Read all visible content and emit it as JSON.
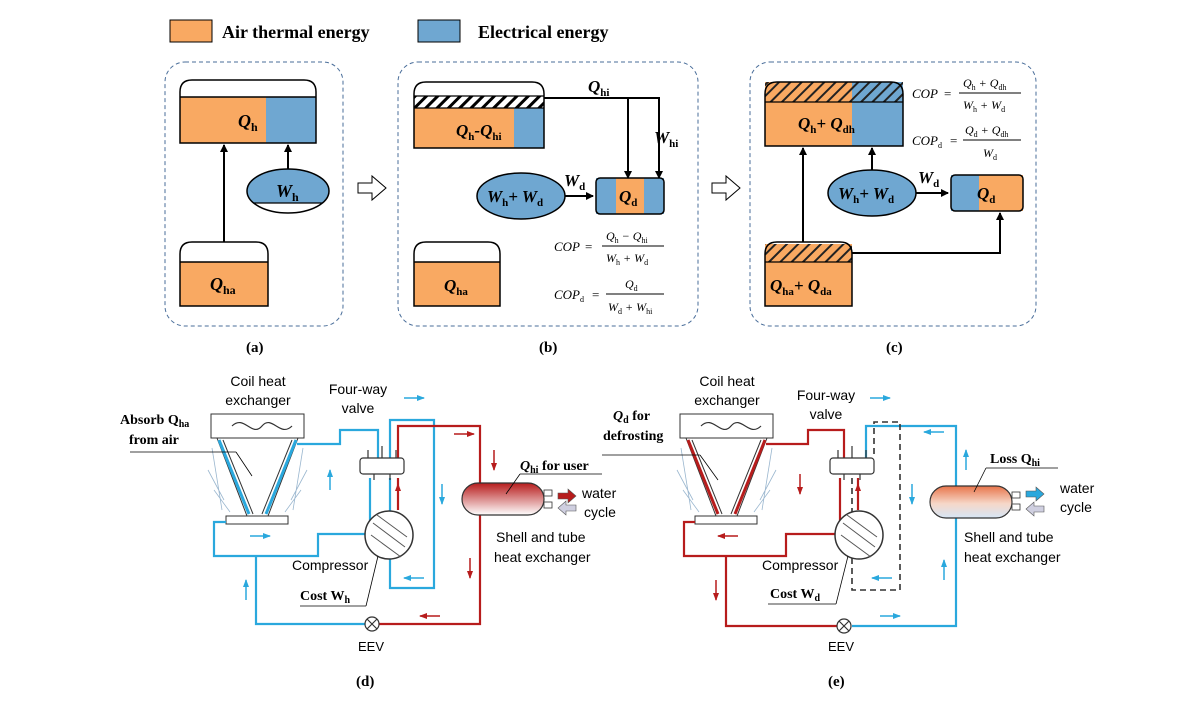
{
  "legend": {
    "air": {
      "label": "Air thermal energy",
      "color": "#F9A962"
    },
    "electric": {
      "label": "Electrical energy",
      "color": "#6FA7D1"
    }
  },
  "colors": {
    "orange": "#F9A962",
    "blue": "#6FA7D1",
    "cyan_line": "#2AA8DD",
    "red_line": "#B71C1C",
    "panel_border": "#4A6E9A"
  },
  "panels": {
    "a": {
      "label": "(a)",
      "Qh": "Q",
      "Qh_sub": "h",
      "Qha": "Q",
      "Qha_sub": "ha",
      "Wh": "W",
      "Wh_sub": "h"
    },
    "b": {
      "label": "(b)",
      "Qhi": "Q",
      "Qhi_sub": "hi",
      "Whi": "W",
      "Whi_sub": "hi",
      "Wd": "W",
      "Wd_sub": "d",
      "WhWd": "W",
      "WhWd_sub1": "h",
      "WhWd_plus": "+ W",
      "WhWd_sub2": "d",
      "Qd": "Q",
      "Qd_sub": "d",
      "Qha": "Q",
      "Qha_sub": "ha",
      "top_a": "Q",
      "top_a_sub": "h",
      "top_b": "-Q",
      "top_b_sub": "hi",
      "cop": "COP",
      "cop_d": "COP",
      "cop_d_sub": "d"
    },
    "c": {
      "label": "(c)",
      "top": "Q",
      "top_sub1": "h",
      "top_plus": "+ Q",
      "top_sub2": "dh",
      "WhWd": "W",
      "WhWd_sub1": "h",
      "WhWd_plus": "+ W",
      "WhWd_sub2": "d",
      "Wd": "W",
      "Wd_sub": "d",
      "Qd": "Q",
      "Qd_sub": "d",
      "bottom": "Q",
      "bottom_sub1": "ha",
      "bottom_plus": "+ Q",
      "bottom_sub2": "da",
      "cop": "COP",
      "cop_d": "COP",
      "cop_d_sub": "d"
    },
    "d": {
      "label": "(d)",
      "coil": "Coil heat",
      "coil2": "exchanger",
      "valve": "Four-way",
      "valve2": "valve",
      "absorb1": "Absorb Q",
      "absorb1_sub": "ha",
      "absorb2": "from air",
      "user": "Q",
      "user_sub": "hi",
      "user_rest": " for user",
      "water1": "water",
      "water2": "cycle",
      "shell1": "Shell and tube",
      "shell2": "heat exchanger",
      "comp": "Compressor",
      "cost": "Cost W",
      "cost_sub": "h",
      "eev": "EEV"
    },
    "e": {
      "label": "(e)",
      "coil": "Coil heat",
      "coil2": "exchanger",
      "valve": "Four-way",
      "valve2": "valve",
      "defrost1": "Q",
      "defrost1_sub": "d",
      "defrost1_rest": " for",
      "defrost2": "defrosting",
      "loss": "Loss Q",
      "loss_sub": "hi",
      "water1": "water",
      "water2": "cycle",
      "shell1": "Shell and tube",
      "shell2": "heat exchanger",
      "comp": "Compressor",
      "cost": "Cost W",
      "cost_sub": "d",
      "eev": "EEV"
    }
  },
  "equations": {
    "b_cop_num_a": "Q",
    "b_cop_num_a_sub": "h",
    "b_cop_num_b": " − Q",
    "b_cop_num_b_sub": "hi",
    "b_cop_den_a": "W",
    "b_cop_den_a_sub": "h",
    "b_cop_den_b": " + W",
    "b_cop_den_b_sub": "d",
    "b_copd_num": "Q",
    "b_copd_num_sub": "d",
    "b_copd_den_a": "W",
    "b_copd_den_a_sub": "d",
    "b_copd_den_b": " + W",
    "b_copd_den_b_sub": "hi",
    "c_cop_num_a": "Q",
    "c_cop_num_a_sub": "h",
    "c_cop_num_b": " + Q",
    "c_cop_num_b_sub": "dh",
    "c_cop_den_a": "W",
    "c_cop_den_a_sub": "h",
    "c_cop_den_b": " + W",
    "c_cop_den_b_sub": "d",
    "c_copd_num_a": "Q",
    "c_copd_num_a_sub": "d",
    "c_copd_num_b": " + Q",
    "c_copd_num_b_sub": "dh",
    "c_copd_den": "W",
    "c_copd_den_sub": "d",
    "eq": "="
  }
}
